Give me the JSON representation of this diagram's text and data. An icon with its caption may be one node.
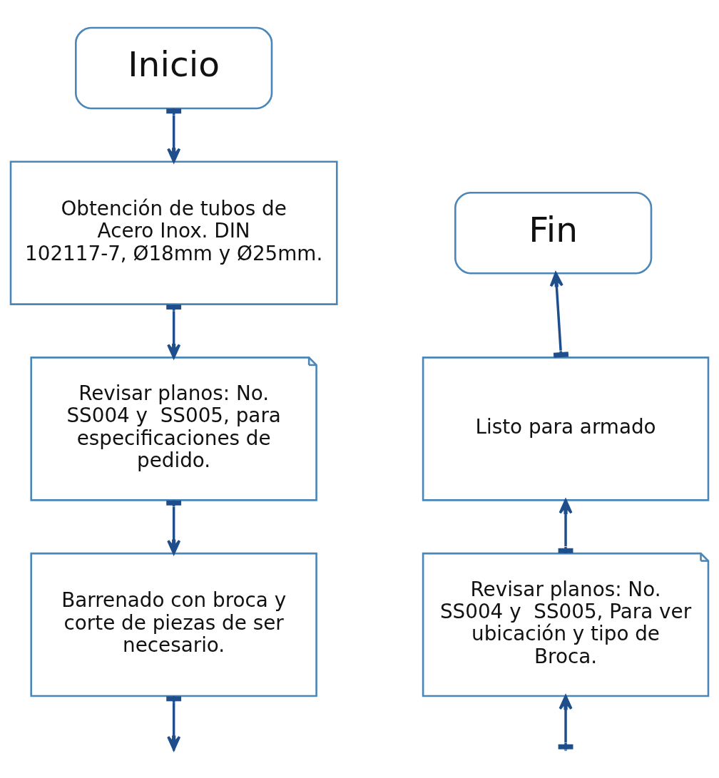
{
  "diagram": {
    "nodes": [
      {
        "text": [
          "Inicio"
        ]
      },
      {
        "text": [
          "Obtención de tubos de Acero Inox. DIN 102117-7, Ø18mm y Ø25mm."
        ]
      },
      {
        "text": [
          "Revisar planos: No. SS004 y  SS005, para especificaciones de pedido."
        ]
      },
      {
        "text": [
          "Barrenado con broca y corte de piezas de ser necesario."
        ]
      },
      {
        "text": [
          "Revisar planos: No. SS004 y  SS005, Para ver ubicación y tipo de Broca."
        ]
      },
      {
        "text": [
          "Listo para armado"
        ]
      },
      {
        "text": [
          "Fin"
        ]
      }
    ],
    "edges": [
      {
        "from": 0,
        "to": 1,
        "arrow": "to"
      },
      {
        "from": 1,
        "to": 2,
        "arrow": "to"
      },
      {
        "from": 2,
        "to": 3,
        "arrow": "to"
      },
      {
        "from": 3,
        "to": null,
        "arrow": "to"
      },
      {
        "from": null,
        "to": 4,
        "arrow": "to"
      },
      {
        "from": 4,
        "to": 5,
        "arrow": "to"
      },
      {
        "from": 5,
        "to": 6,
        "arrow": "to"
      }
    ]
  }
}
